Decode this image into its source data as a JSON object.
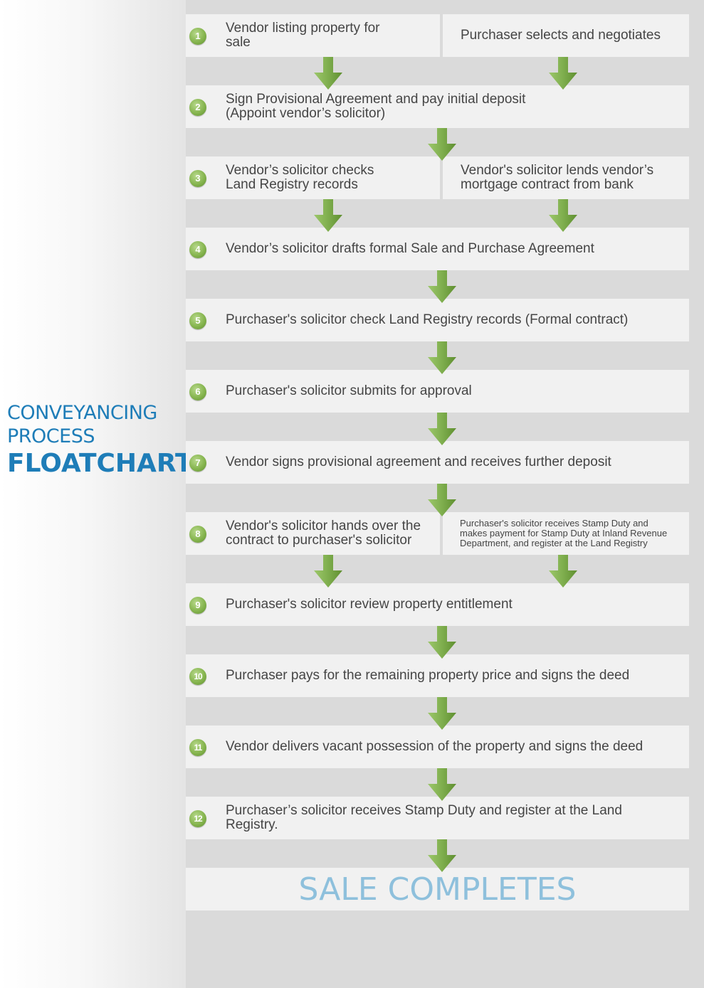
{
  "title": {
    "line1": "CONVEYANCING",
    "line2": "PROCESS",
    "line3": "FLOATCHART"
  },
  "steps": [
    {
      "num": "1",
      "left": "Vendor listing property for\n sale",
      "right": "Purchaser selects and negotiates"
    },
    {
      "num": "2",
      "text": "Sign Provisional Agreement and pay initial deposit\n(Appoint vendor’s solicitor)"
    },
    {
      "num": "3",
      "left": "Vendor’s solicitor checks\nLand Registry records",
      "right": "Vendor's solicitor lends vendor’s\nmortgage contract from bank"
    },
    {
      "num": "4",
      "text": "Vendor’s solicitor drafts formal Sale and Purchase Agreement"
    },
    {
      "num": "5",
      "text": "Purchaser's solicitor check Land Registry records (Formal contract)"
    },
    {
      "num": "6",
      "text": "Purchaser's solicitor submits for approval"
    },
    {
      "num": "7",
      "text": "Vendor signs provisional agreement and receives further deposit"
    },
    {
      "num": "8",
      "left": "Vendor's solicitor hands over the\ncontract to purchaser's solicitor",
      "right": "Purchaser's solicitor receives Stamp Duty and\nmakes payment for Stamp Duty at Inland Revenue\nDepartment, and register at the Land Registry"
    },
    {
      "num": "9",
      "text": "Purchaser's solicitor review property entitlement"
    },
    {
      "num": "10",
      "text": "Purchaser pays for the remaining property price and signs the deed"
    },
    {
      "num": "11",
      "text": "Vendor delivers vacant possession of the property and signs the deed"
    },
    {
      "num": "12",
      "text": "Purchaser’s solicitor receives Stamp Duty and register at the Land\nRegistry."
    }
  ],
  "final": "SALE COMPLETES",
  "colors": {
    "accent_blue": "#1e7db8",
    "final_blue": "#8ec0dc",
    "arrow_green": "#7fae4e",
    "row_bg": "#f1f1f1",
    "panel_bg": "#dadada"
  },
  "icons": [
    "step-number-badge",
    "down-arrow-icon"
  ]
}
